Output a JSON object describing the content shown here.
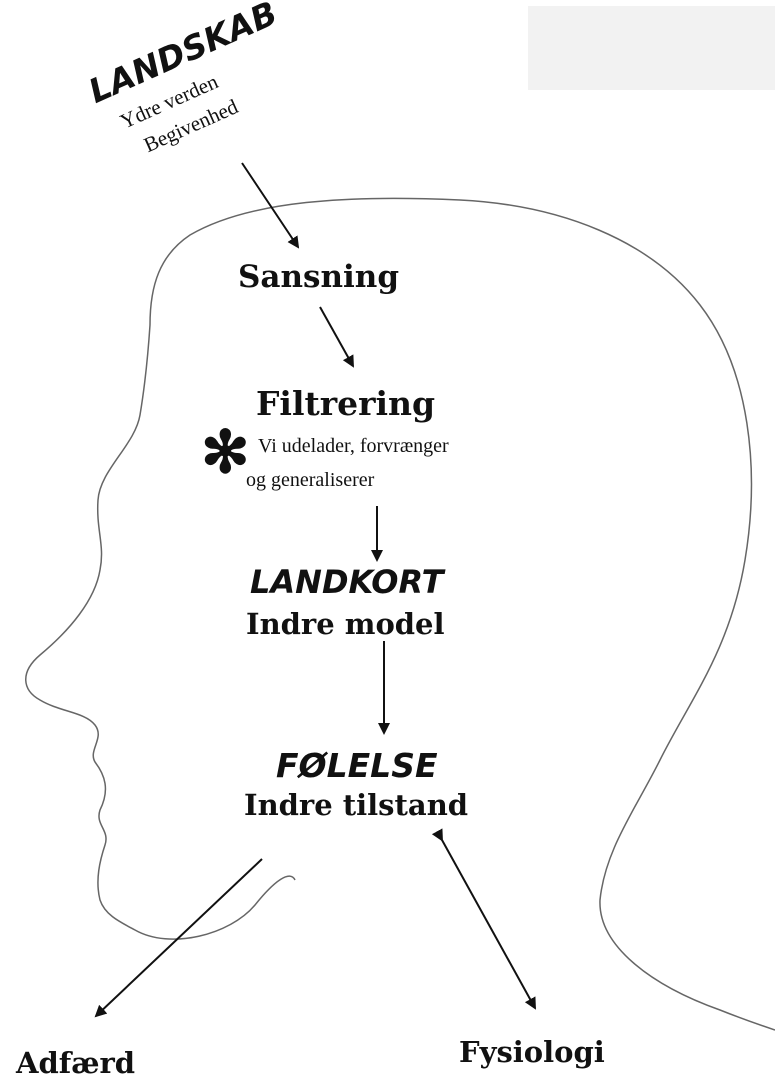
{
  "diagram": {
    "landskab": {
      "title": "LANDSKAB",
      "line1": "Ydre verden",
      "line2": "Begivenhed"
    },
    "sansning": "Sansning",
    "filtrering": {
      "title": "Filtrering",
      "note_line1": "Vi udelader, forvrænger",
      "note_line2": "og generaliserer"
    },
    "landkort": {
      "title": "LANDKORT",
      "subtitle": "Indre model"
    },
    "folelse": {
      "title": "FØLELSE",
      "subtitle": "Indre tilstand"
    },
    "adfaerd": "Adfærd",
    "fysiologi": "Fysiologi"
  },
  "colors": {
    "ink": "#111111",
    "outline": "#666666",
    "top_right_box": "#f2f2f2"
  },
  "icons": {
    "asterisk": "asterisk-icon"
  }
}
